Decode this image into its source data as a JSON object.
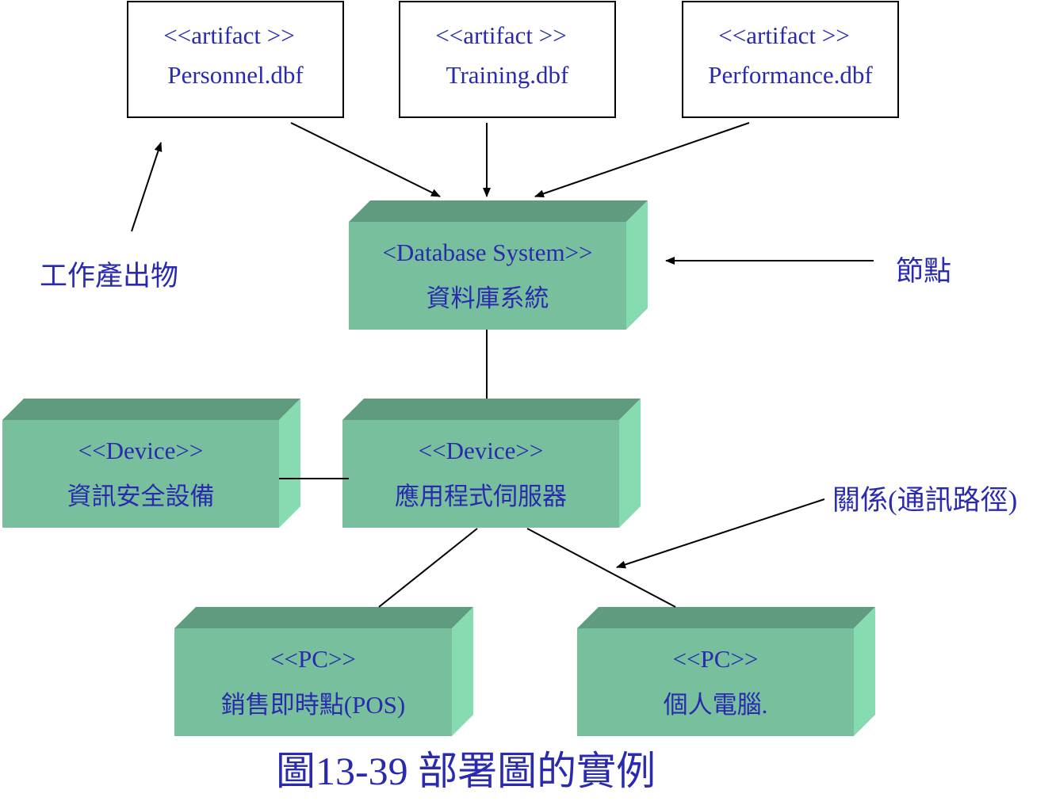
{
  "artifacts": [
    {
      "stereotype": "<<artifact >>",
      "name": "Personnel.dbf"
    },
    {
      "stereotype": "<<artifact >>",
      "name": "Training.dbf"
    },
    {
      "stereotype": "<<artifact >>",
      "name": "Performance.dbf"
    }
  ],
  "nodes": {
    "database": {
      "stereotype": "<Database System>>",
      "name": "資料庫系統"
    },
    "security": {
      "stereotype": "<<Device>>",
      "name": "資訊安全設備"
    },
    "app_server": {
      "stereotype": "<<Device>>",
      "name": "應用程式伺服器"
    },
    "pos": {
      "stereotype": "<<PC>>",
      "name": "銷售即時點(POS)"
    },
    "pc": {
      "stereotype": "<<PC>>",
      "name": "個人電腦."
    }
  },
  "annotations": {
    "artifact_note": "工作產出物",
    "node_note": "節點",
    "relation_note": "關係(通訊路徑)"
  },
  "caption": "圖13-39 部署圖的實例",
  "colors": {
    "text": "#2a2aae",
    "node_front": "#78c09d",
    "node_top": "#5e9b7f",
    "node_side": "#86dcb0",
    "line": "#000000"
  }
}
